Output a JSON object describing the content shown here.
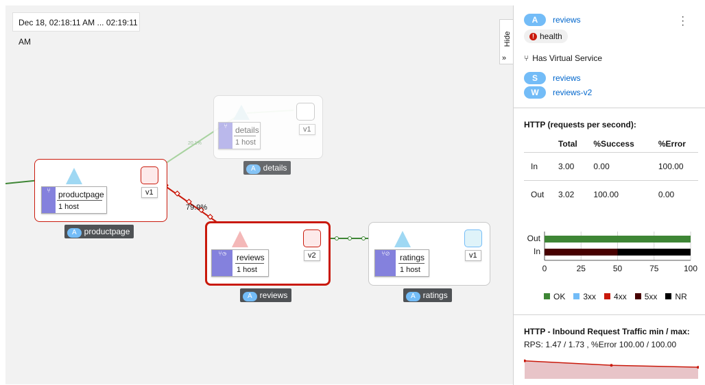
{
  "graph": {
    "time_range": "Dec 18, 02:18:11 AM ... 02:19:11 AM",
    "hide_label": "Hide",
    "edge_labels": {
      "productpage_to_reviews": "79.9%",
      "productpage_to_details": "20.1%"
    },
    "apps": {
      "productpage": {
        "badge": "A",
        "name": "productpage",
        "service": "productpage",
        "hosts": "1 host",
        "version": "v1"
      },
      "details": {
        "badge": "A",
        "name": "details",
        "service": "details",
        "hosts": "1 host",
        "version": "v1"
      },
      "reviews": {
        "badge": "A",
        "name": "reviews",
        "service": "reviews",
        "hosts": "1 host",
        "version": "v2"
      },
      "ratings": {
        "badge": "A",
        "name": "ratings",
        "service": "ratings",
        "hosts": "1 host",
        "version": "v1"
      }
    }
  },
  "panel": {
    "app_badge": "A",
    "app_name": "reviews",
    "health_label": "health",
    "virtual_service_label": "Has Virtual Service",
    "service_badge": "S",
    "service_name": "reviews",
    "workload_badge": "W",
    "workload_name": "reviews-v2",
    "http_title": "HTTP (requests per second):",
    "table": {
      "headers": [
        "",
        "Total",
        "%Success",
        "%Error"
      ],
      "rows": [
        [
          "In",
          "3.00",
          "0.00",
          "100.00"
        ],
        [
          "Out",
          "3.02",
          "100.00",
          "0.00"
        ]
      ]
    },
    "bar_chart": {
      "categories": [
        "Out",
        "In"
      ],
      "ticks": [
        "0",
        "25",
        "50",
        "75",
        "100"
      ],
      "legend": [
        {
          "label": "OK",
          "color": "#3e8635"
        },
        {
          "label": "3xx",
          "color": "#73bcf7"
        },
        {
          "label": "4xx",
          "color": "#c9190b"
        },
        {
          "label": "5xx",
          "color": "#470000"
        },
        {
          "label": "NR",
          "color": "#000000"
        }
      ],
      "series": {
        "Out": {
          "OK": 100
        },
        "In": {
          "5xx": 50,
          "NR": 50
        }
      }
    },
    "inbound_title": "HTTP - Inbound Request Traffic min / max:",
    "inbound_rps": "RPS: 1.47 / 1.73 , %Error 100.00 / 100.00",
    "sparkline": [
      1.73,
      1.55,
      1.47
    ]
  },
  "colors": {
    "green": "#3e8635",
    "red": "#c9190b",
    "blue": "#73bcf7",
    "purple": "#8481dd",
    "link": "#0066cc"
  }
}
